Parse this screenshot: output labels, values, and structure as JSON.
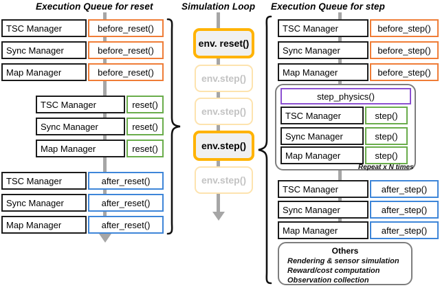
{
  "titles": {
    "left": "Execution Queue for reset",
    "middle": "Simulation Loop",
    "right": "Execution Queue for step"
  },
  "managers": {
    "tsc": "TSC Manager",
    "sync": "Sync Manager",
    "map": "Map Manager"
  },
  "left_queue": {
    "before": {
      "label": "before_reset()",
      "color": "#ef7c36"
    },
    "main": {
      "label": "reset()",
      "color": "#69ac4a"
    },
    "after": {
      "label": "after_reset()",
      "color": "#3d85d8"
    }
  },
  "right_queue": {
    "before": {
      "label": "before_step()",
      "color": "#ef7c36"
    },
    "main": {
      "label": "step()",
      "color": "#69ac4a"
    },
    "after": {
      "label": "after_step()",
      "color": "#3d85d8"
    },
    "physics": {
      "label": "step_physics()",
      "color": "#8b4fd0"
    },
    "repeat_note": "Repeat x N times"
  },
  "others": {
    "title": "Others",
    "lines": [
      "Rendering & sensor simulation",
      "Reward/cost computation",
      "Observation collection"
    ]
  },
  "sim_loop": {
    "steps": [
      {
        "label": "env. reset()",
        "active": true
      },
      {
        "label": "env.step()",
        "active": false
      },
      {
        "label": "env.step()",
        "active": false
      },
      {
        "label": "env.step()",
        "active": true
      },
      {
        "label": "env.step()",
        "active": false
      }
    ],
    "accent_active": "#ffb300",
    "accent_inactive": "#fde3ae"
  },
  "flow": {
    "line_color": "#a6a6a6"
  }
}
